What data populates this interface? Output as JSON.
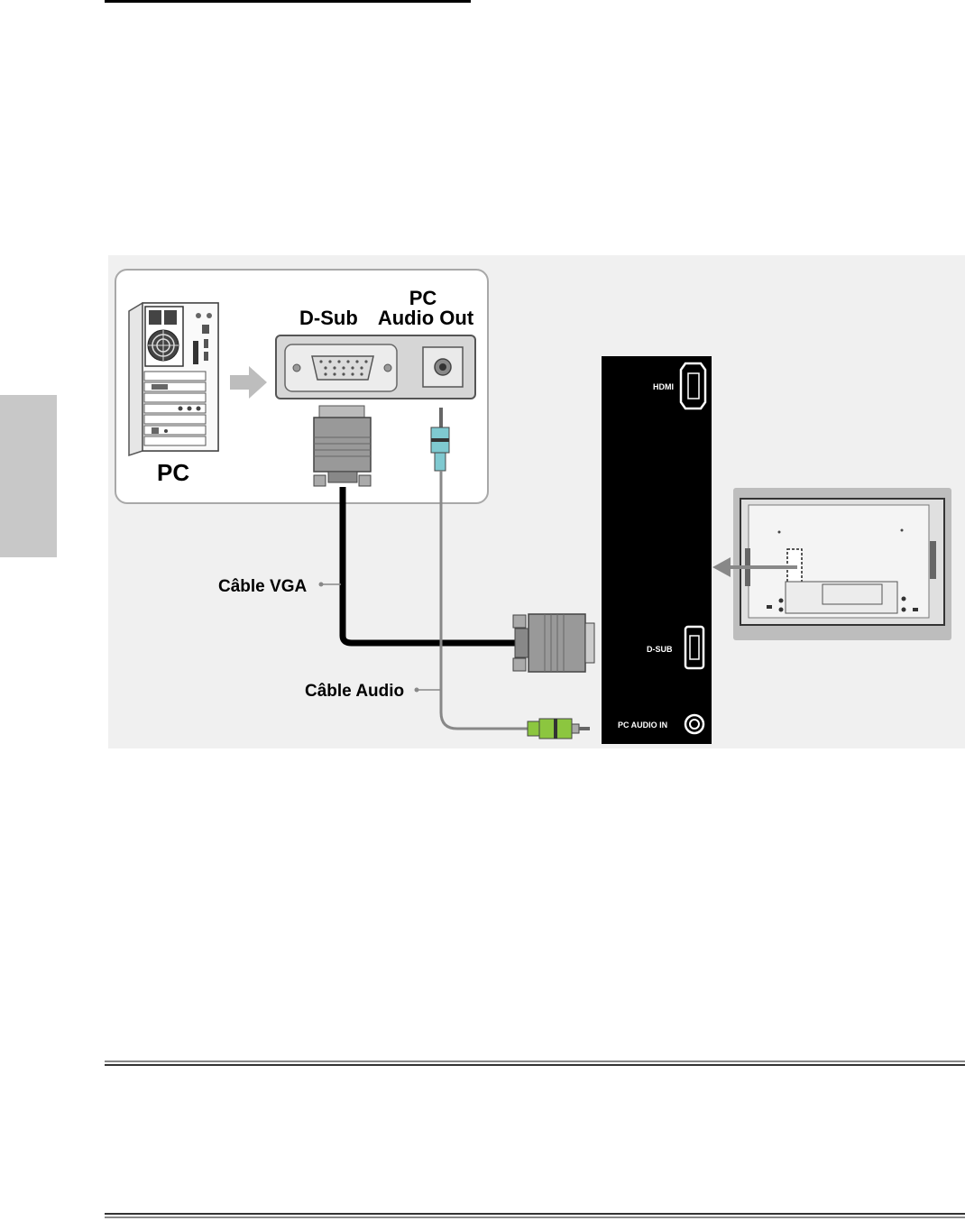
{
  "labels": {
    "d_sub": "D-Sub",
    "pc_audio_out_line1": "PC",
    "pc_audio_out_line2": "Audio Out",
    "pc": "PC",
    "cable_vga": "Câble VGA",
    "cable_audio": "Câble Audio",
    "tv_hdmi": "HDMI",
    "tv_dsub": "D-SUB",
    "tv_pc_audio_in": "PC AUDIO IN"
  },
  "colors": {
    "audio_plug_pc": "#7fc9d0",
    "audio_plug_tv": "#8cc63f",
    "tv_panel": "#000000",
    "background_panel": "#f0f0f0",
    "side_tab": "#c8c8c8"
  }
}
